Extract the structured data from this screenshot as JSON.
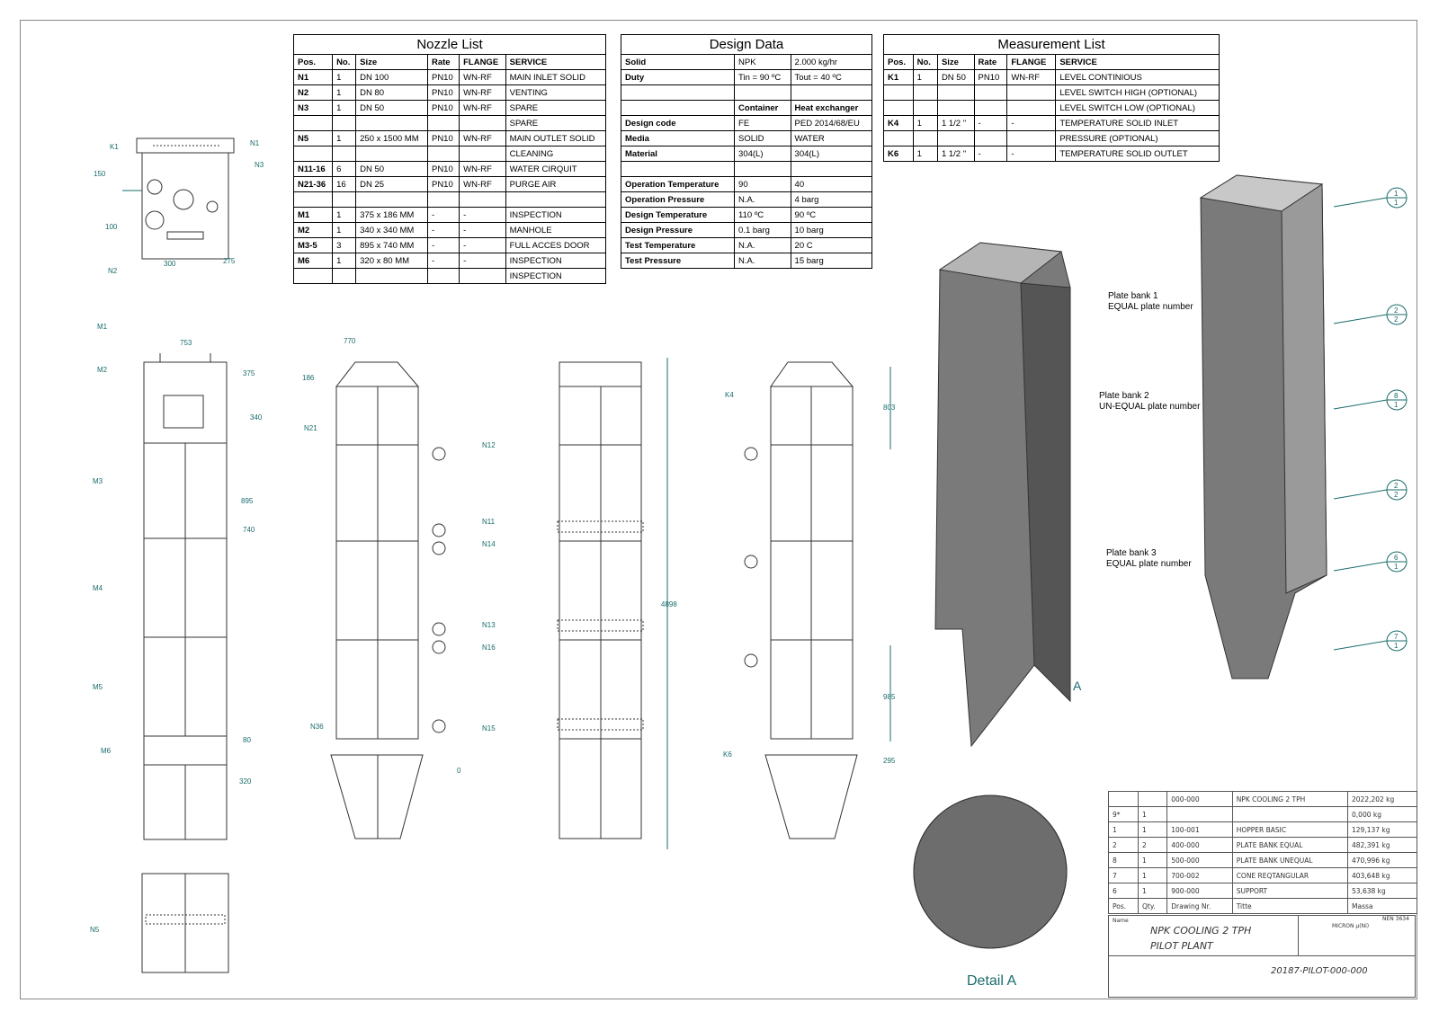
{
  "nozzle_list": {
    "title": "Nozzle List",
    "headers": [
      "Pos.",
      "No.",
      "Size",
      "Rate",
      "FLANGE",
      "SERVICE"
    ],
    "rows": [
      [
        "N1",
        "1",
        "DN 100",
        "PN10",
        "WN-RF",
        "MAIN INLET SOLID"
      ],
      [
        "N2",
        "1",
        "DN 80",
        "PN10",
        "WN-RF",
        "VENTING"
      ],
      [
        "N3",
        "1",
        "DN 50",
        "PN10",
        "WN-RF",
        "SPARE"
      ],
      [
        "",
        "",
        "",
        "",
        "",
        "SPARE"
      ],
      [
        "N5",
        "1",
        "250 x 1500 MM",
        "PN10",
        "WN-RF",
        "MAIN OUTLET SOLID"
      ],
      [
        "",
        "",
        "",
        "",
        "",
        "CLEANING"
      ],
      [
        "N11-16",
        "6",
        "DN 50",
        "PN10",
        "WN-RF",
        "WATER CIRQUIT"
      ],
      [
        "N21-36",
        "16",
        "DN 25",
        "PN10",
        "WN-RF",
        "PURGE AIR"
      ],
      [
        "",
        "",
        "",
        "",
        "",
        ""
      ],
      [
        "M1",
        "1",
        "375 x 186 MM",
        "-",
        "-",
        "INSPECTION"
      ],
      [
        "M2",
        "1",
        "340 x 340 MM",
        "-",
        "-",
        "MANHOLE"
      ],
      [
        "M3-5",
        "3",
        "895 x 740 MM",
        "-",
        "-",
        "FULL ACCES DOOR"
      ],
      [
        "M6",
        "1",
        "320 x 80 MM",
        "-",
        "-",
        "INSPECTION"
      ],
      [
        "",
        "",
        "",
        "",
        "",
        "INSPECTION"
      ]
    ]
  },
  "design_data": {
    "title": "Design Data",
    "rows": [
      [
        "Solid",
        "NPK",
        "2.000 kg/hr"
      ],
      [
        "Duty",
        "Tin = 90 ºC",
        "Tout = 40 ºC"
      ],
      [
        "",
        "",
        ""
      ],
      [
        "",
        "Container",
        "Heat exchanger"
      ],
      [
        "Design code",
        "FE",
        "PED 2014/68/EU"
      ],
      [
        "Media",
        "SOLID",
        "WATER"
      ],
      [
        "Material",
        "304(L)",
        "304(L)"
      ],
      [
        "",
        "",
        ""
      ],
      [
        "Operation Temperature",
        "90",
        "40"
      ],
      [
        "Operation Pressure",
        "N.A.",
        "4 barg"
      ],
      [
        "Design Temperature",
        "110 ºC",
        "90 ºC"
      ],
      [
        "Design Pressure",
        "0.1 barg",
        "10 barg"
      ],
      [
        "Test Temperature",
        "N.A.",
        "20 C"
      ],
      [
        "Test Pressure",
        "N.A.",
        "15 barg"
      ]
    ]
  },
  "measurement_list": {
    "title": "Measurement List",
    "headers": [
      "Pos.",
      "No.",
      "Size",
      "Rate",
      "FLANGE",
      "SERVICE"
    ],
    "rows": [
      [
        "K1",
        "1",
        "DN 50",
        "PN10",
        "WN-RF",
        "LEVEL CONTINIOUS"
      ],
      [
        "",
        "",
        "",
        "",
        "",
        "LEVEL SWITCH HIGH (OPTIONAL)"
      ],
      [
        "",
        "",
        "",
        "",
        "",
        "LEVEL SWITCH LOW (OPTIONAL)"
      ],
      [
        "K4",
        "1",
        "1 1/2 \"",
        "-",
        "-",
        "TEMPERATURE SOLID INLET"
      ],
      [
        "",
        "",
        "",
        "",
        "",
        "PRESSURE (OPTIONAL)"
      ],
      [
        "K6",
        "1",
        "1 1/2 \"",
        "-",
        "-",
        "TEMPERATURE SOLID OUTLET"
      ]
    ]
  },
  "top_view": {
    "labels": [
      "K1",
      "N1",
      "N3",
      "N2"
    ],
    "dims": [
      "150",
      "100",
      "300",
      "275"
    ]
  },
  "front_view": {
    "labels": [
      "M1",
      "M2",
      "M3",
      "M4",
      "M5",
      "M6"
    ],
    "dims": [
      "753",
      "375",
      "340",
      "895",
      "740",
      "80",
      "320"
    ]
  },
  "side_view": {
    "labels": [
      "N21",
      "N12",
      "N11",
      "N14",
      "N13",
      "N16",
      "N36",
      "N15",
      "0"
    ],
    "dims": [
      "770",
      "186"
    ]
  },
  "rear_view": {
    "dims": [
      "4898"
    ]
  },
  "right_view": {
    "labels": [
      "K4",
      "K6"
    ],
    "dims": [
      "803",
      "985",
      "295"
    ]
  },
  "bottom_view": {
    "labels": [
      "N5"
    ]
  },
  "iso_annotations": {
    "bank1": [
      "Plate bank 1",
      "EQUAL plate number"
    ],
    "bank2": [
      "Plate bank 2",
      "UN-EQUAL plate number"
    ],
    "bank3": [
      "Plate bank 3",
      "EQUAL plate number"
    ],
    "detail_marker": "A",
    "balloons": [
      [
        "1",
        "1"
      ],
      [
        "2",
        "2"
      ],
      [
        "8",
        "1"
      ],
      [
        "2",
        "2"
      ],
      [
        "6",
        "1"
      ],
      [
        "7",
        "1"
      ]
    ]
  },
  "detail_label": "Detail A",
  "bom": {
    "rows": [
      [
        "",
        "",
        "000-000",
        "NPK COOLING 2 TPH",
        "2022,202 kg"
      ],
      [
        "9*",
        "1",
        "",
        "",
        "0,000 kg"
      ],
      [
        "1",
        "1",
        "100-001",
        "HOPPER BASIC",
        "129,137 kg"
      ],
      [
        "2",
        "2",
        "400-000",
        "PLATE BANK EQUAL",
        "482,391 kg"
      ],
      [
        "8",
        "1",
        "500-000",
        "PLATE BANK UNEQUAL",
        "470,996 kg"
      ],
      [
        "7",
        "1",
        "700-002",
        "CONE REQTANGULAR",
        "403,648 kg"
      ],
      [
        "6",
        "1",
        "900-000",
        "SUPPORT",
        "53,638 kg"
      ]
    ],
    "headers": [
      "Pos.",
      "Qty.",
      "Drawing Nr.",
      "Titte",
      "Massa"
    ]
  },
  "title_block": {
    "name_lbl": "Name",
    "title1": "NPK COOLING 2 TPH",
    "title2": "PILOT PLANT",
    "roughness": "MICRON µ(Ni)",
    "norm": "NEN 3634",
    "drawing_number": "20187-PILOT-000-000"
  }
}
